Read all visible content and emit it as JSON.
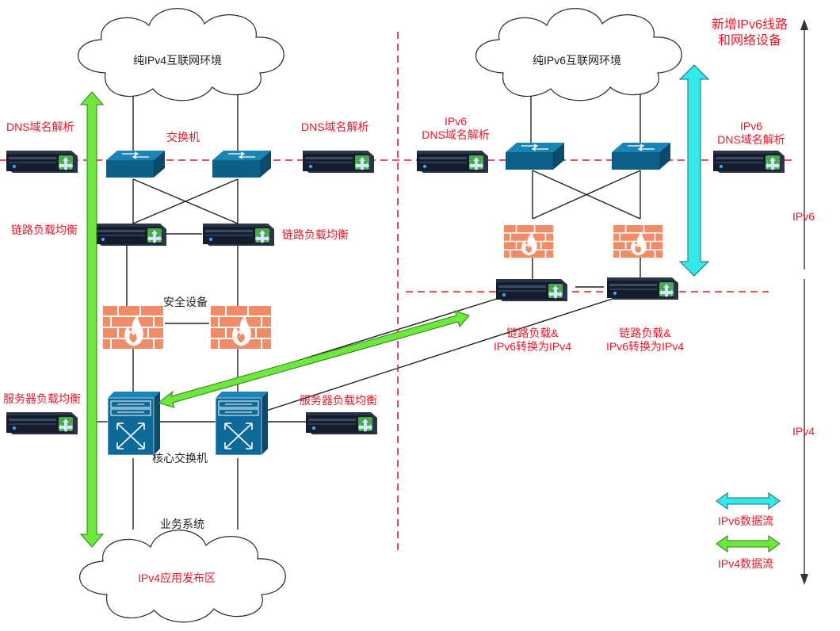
{
  "clouds": {
    "ipv4_internet": "纯IPv4互联网环境",
    "ipv6_internet": "纯IPv6互联网环境",
    "ipv4_app_zone": "IPv4应用发布区"
  },
  "labels": {
    "dns_left": "DNS域名解析",
    "switch": "交换机",
    "dns_mid": "DNS域名解析",
    "ipv6_dns_a_line1": "IPv6",
    "ipv6_dns_a_line2": "DNS域名解析",
    "ipv6_dns_b_line1": "IPv6",
    "ipv6_dns_b_line2": "DNS域名解析",
    "link_lb_left": "链路负载均衡",
    "link_lb_mid": "链路负载均衡",
    "security_devices": "安全设备",
    "lb_conv_a_line1": "链路负载&",
    "lb_conv_a_line2": "IPv6转换为IPv4",
    "lb_conv_b_line1": "链路负载&",
    "lb_conv_b_line2": "IPv6转换为IPv4",
    "server_lb_left": "服务器负载均衡",
    "server_lb_right": "服务器负载均衡",
    "core_switch": "核心交换机",
    "business_system": "业务系统",
    "new_title_line1": "新增IPv6线路",
    "new_title_line2": "和网络设备",
    "axis_ipv6": "IPv6",
    "axis_ipv4": "IPv4"
  },
  "legend": {
    "ipv6_flow": "IPv6数据流",
    "ipv4_flow": "IPv4数据流"
  },
  "colors": {
    "label_red": "#e8172a",
    "dashed_red": "#e8172a",
    "ipv6_arrow": "#33e8e8",
    "ipv4_arrow": "#6ee83a",
    "device_blue": "#0e5f88",
    "firewall": "#f08c68",
    "server_dark": "#1a2233"
  }
}
